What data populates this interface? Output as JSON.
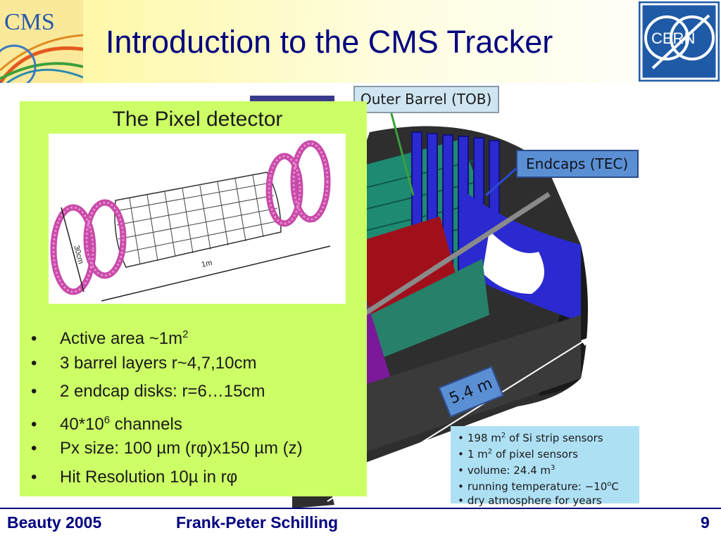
{
  "header": {
    "title": "Introduction to the CMS Tracker",
    "left_logo": {
      "icon": "cms-logo",
      "text": "CMS"
    },
    "right_logo": {
      "icon": "cern-logo",
      "text": "CERN"
    }
  },
  "pixel_panel": {
    "title": "The Pixel detector",
    "image_labels": {
      "diameter": "30cm",
      "length": "1m"
    },
    "bullets": [
      {
        "text": "Active area ~1m",
        "sup": "2",
        "after": ""
      },
      {
        "text": "3 barrel layers r~4,7,10cm",
        "sup": "",
        "after": ""
      },
      {
        "text": "2 endcap disks: r=6…15cm",
        "sup": "",
        "after": ""
      },
      {
        "text": "40*10",
        "sup": "6",
        "after": " channels"
      },
      {
        "text": "Px size: 100 µm (rφ)x150 µm (z)",
        "sup": "",
        "after": ""
      },
      {
        "text": "Hit Resolution 10µ in rφ",
        "sup": "",
        "after": ""
      }
    ]
  },
  "tracker_figure": {
    "tob_label": "Outer Barrel (TOB)",
    "tec_label": "Endcaps (TEC)",
    "length_label": "5.4 m",
    "facts": [
      {
        "text": "198 m",
        "sup": "2",
        "after": " of Si strip sensors"
      },
      {
        "text": "1 m",
        "sup": "2",
        "after": " of pixel sensors"
      },
      {
        "text": "volume: 24.4 m",
        "sup": "3",
        "after": ""
      },
      {
        "text": "running temperature: −10",
        "sup": "o",
        "after": "C"
      },
      {
        "text": "dry atmosphere for years",
        "sup": "",
        "after": ""
      }
    ],
    "colors": {
      "endcap_blue": "#2a2ad0",
      "barrel_teal": "#1f8a72",
      "inner_red": "#a0101a",
      "support_gray": "#3c3c3c"
    }
  },
  "footer": {
    "event": "Beauty 2005",
    "author": "Frank-Peter Schilling",
    "page": "9"
  },
  "theme": {
    "accent": "#000080",
    "panel_green": "#ccff66",
    "header_yellow": "#fdf79a"
  }
}
